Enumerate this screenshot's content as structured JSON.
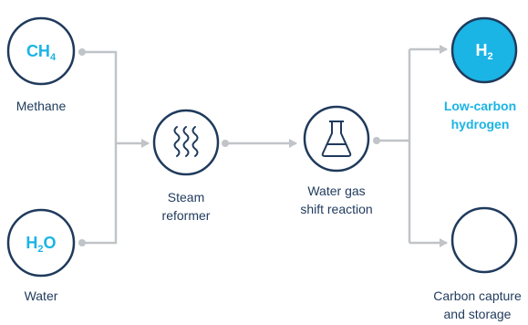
{
  "nodes": {
    "methane": {
      "formula_base": "CH",
      "formula_sub": "4",
      "label": "Methane"
    },
    "water": {
      "formula_base": "H",
      "formula_sub": "2",
      "formula_tail": "O",
      "label": "Water"
    },
    "reformer": {
      "label_line1": "Steam",
      "label_line2": "reformer",
      "icon": "steam-waves-icon"
    },
    "shift": {
      "label_line1": "Water gas",
      "label_line2": "shift reaction",
      "icon": "flask-icon"
    },
    "hydrogen": {
      "formula_base": "H",
      "formula_sub": "2",
      "label_line1": "Low-carbon",
      "label_line2": "hydrogen"
    },
    "capture": {
      "label_line1": "Carbon capture",
      "label_line2": "and storage"
    }
  },
  "colors": {
    "circle_stroke": "#1f3a5c",
    "accent": "#1ab4e5",
    "hydrogen_fill": "#1ab4e5",
    "arrow": "#c0c4c8",
    "text": "#1f3a5c"
  }
}
